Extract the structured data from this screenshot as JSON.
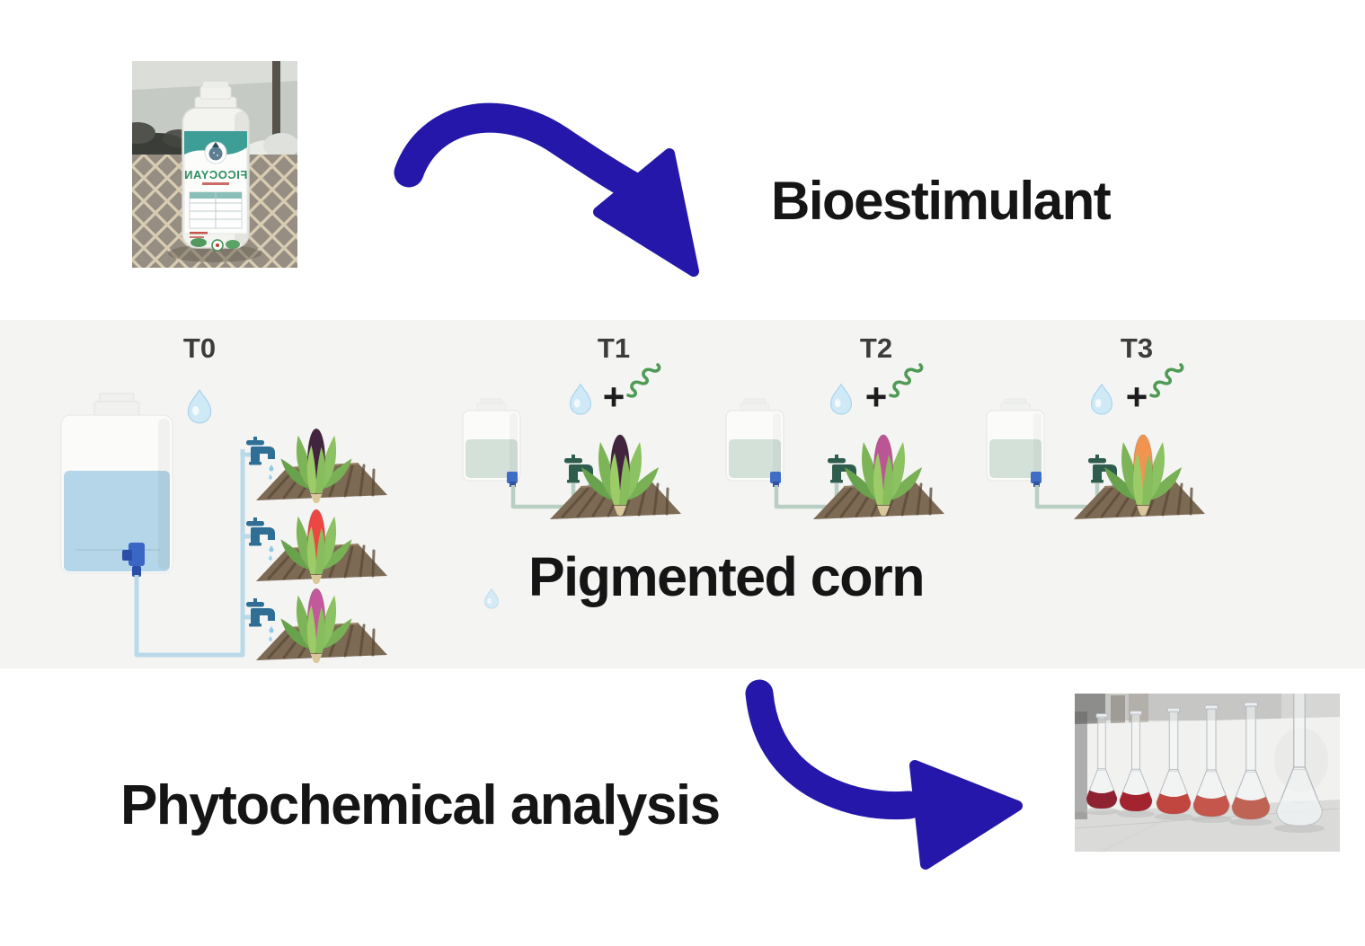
{
  "labels": {
    "bioestimulant": "Bioestimulant",
    "pigmented_corn": "Pigmented corn",
    "phytochemical": "Phytochemical analysis",
    "plus": "+"
  },
  "bottle_photo": {
    "brand_mirrored": "FICOCYAN",
    "description_icons": [
      "product-bottle-photo"
    ]
  },
  "flask_photo": {
    "liquid_colors": [
      "#8f2230",
      "#a3242f",
      "#c0463f",
      "#c4564b",
      "#bf6354",
      "#eef1f2"
    ]
  },
  "treatments": [
    {
      "id": "t0",
      "label": "T0",
      "inputs": [
        "water-drop-icon"
      ],
      "corn_colors": [
        "#42243e",
        "#ec4742",
        "#c2599b"
      ],
      "tank_liquid": "#b5d6e9"
    },
    {
      "id": "t1",
      "label": "T1",
      "inputs": [
        "water-drop-icon",
        "plus-sign",
        "spirulina-icon"
      ],
      "corn_colors": [
        "#42243e"
      ],
      "tank_liquid": "#d3e1d9"
    },
    {
      "id": "t2",
      "label": "T2",
      "inputs": [
        "water-drop-icon",
        "plus-sign",
        "spirulina-icon"
      ],
      "corn_colors": [
        "#bb5593"
      ],
      "tank_liquid": "#d3e1d9"
    },
    {
      "id": "t3",
      "label": "T3",
      "inputs": [
        "water-drop-icon",
        "plus-sign",
        "spirulina-icon"
      ],
      "corn_colors": [
        "#f1944f"
      ],
      "tank_liquid": "#d3e1d9"
    }
  ],
  "colors": {
    "arrow_blue": "#2417a9",
    "text_black": "#151515",
    "band_gray": "#f4f4f2",
    "water_drop": "#cfe9f7",
    "pipe_blue": "#badaea",
    "pipe_green": "#b9cfc3",
    "faucet_blue": "#2f6f96",
    "faucet_green": "#2e5c4d",
    "soil_brown": "#7d6a55",
    "soil_stripe": "#5a4936",
    "spirulina_green": "#4f9b55"
  }
}
